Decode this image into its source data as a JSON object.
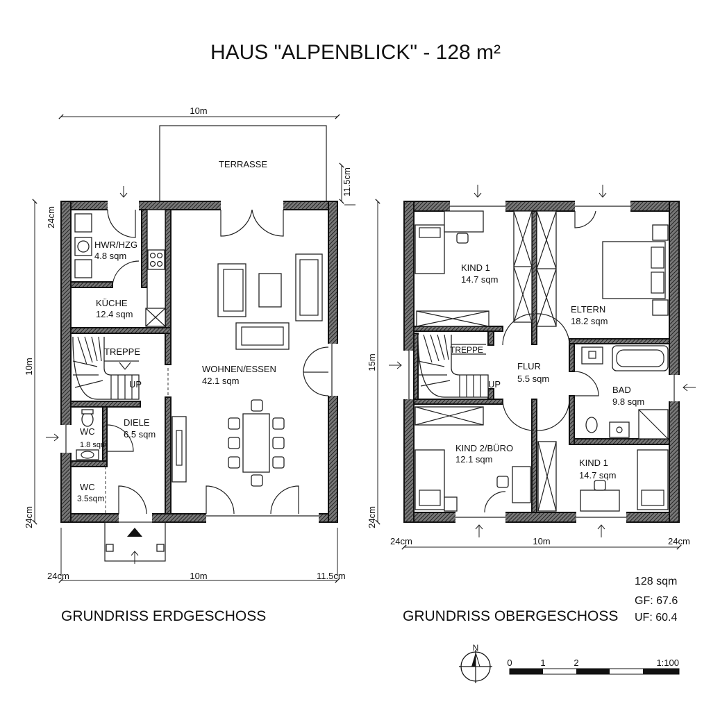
{
  "title": "HAUS \"ALPENBLICK\" - 128 m²",
  "ground_floor": {
    "caption": "GRUNDRISS ERDGESCHOSS",
    "dims": {
      "top_width": "10m",
      "left_height": "10m",
      "left_top_wall": "24cm",
      "left_bottom_wall": "24cm",
      "right_terrace": "11.5cm",
      "bottom_left": "24cm",
      "bottom_mid": "10m",
      "bottom_right": "11.5cm"
    },
    "rooms": {
      "terrace": "TERRASSE",
      "hwr_name": "HWR/HZG",
      "hwr_area": "4.8 sqm",
      "kitchen_name": "KÜCHE",
      "kitchen_area": "12.4 sqm",
      "stairs": "TREPPE",
      "up": "UP",
      "living_name": "WOHNEN/ESSEN",
      "living_area": "42.1 sqm",
      "hall_name": "DIELE",
      "hall_area": "6.5 sqm",
      "wc1_name": "WC",
      "wc1_area": "1.8 sqm",
      "wc2_name": "WC",
      "wc2_area": "3.5sqm"
    }
  },
  "upper_floor": {
    "caption": "GRUNDRISS OBERGESCHOSS",
    "dims": {
      "left_height": "15m",
      "left_bottom_wall": "24cm",
      "bottom_left": "24cm",
      "bottom_mid": "10m",
      "bottom_right": "24cm"
    },
    "rooms": {
      "kind1a_name": "KIND 1",
      "kind1a_area": "14.7 sqm",
      "eltern_name": "ELTERN",
      "eltern_area": "18.2 sqm",
      "stairs": "TREPPE",
      "up": "UP",
      "flur_name": "FLUR",
      "flur_area": "5.5 sqm",
      "bad_name": "BAD",
      "bad_area": "9.8 sqm",
      "kind2_name": "KIND 2/BÜRO",
      "kind2_area": "12.1 sqm",
      "kind1b_name": "KIND 1",
      "kind1b_area": "14.7 sqm"
    }
  },
  "stats": {
    "total": "128 sqm",
    "gf": "GF: 67.6",
    "uf": "UF: 60.4"
  },
  "north": "N",
  "scale": {
    "ticks": [
      "0",
      "1",
      "2"
    ],
    "ratio": "1:100"
  }
}
